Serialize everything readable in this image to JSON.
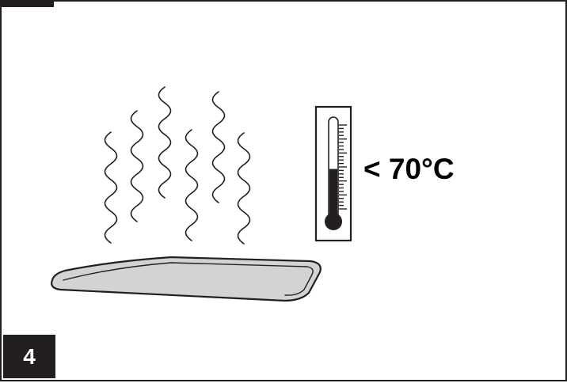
{
  "temperature": {
    "label": "< 70°C",
    "fill_level": 0.5
  },
  "step": {
    "number": "4"
  },
  "colors": {
    "outline": "#231f20",
    "tray_fill": "#d1d3d4",
    "badge_bg": "#231f20",
    "badge_text": "#ffffff"
  },
  "icons": {
    "heat": "heat-waves-icon",
    "thermometer": "thermometer-icon",
    "tray": "baking-tray-icon"
  }
}
